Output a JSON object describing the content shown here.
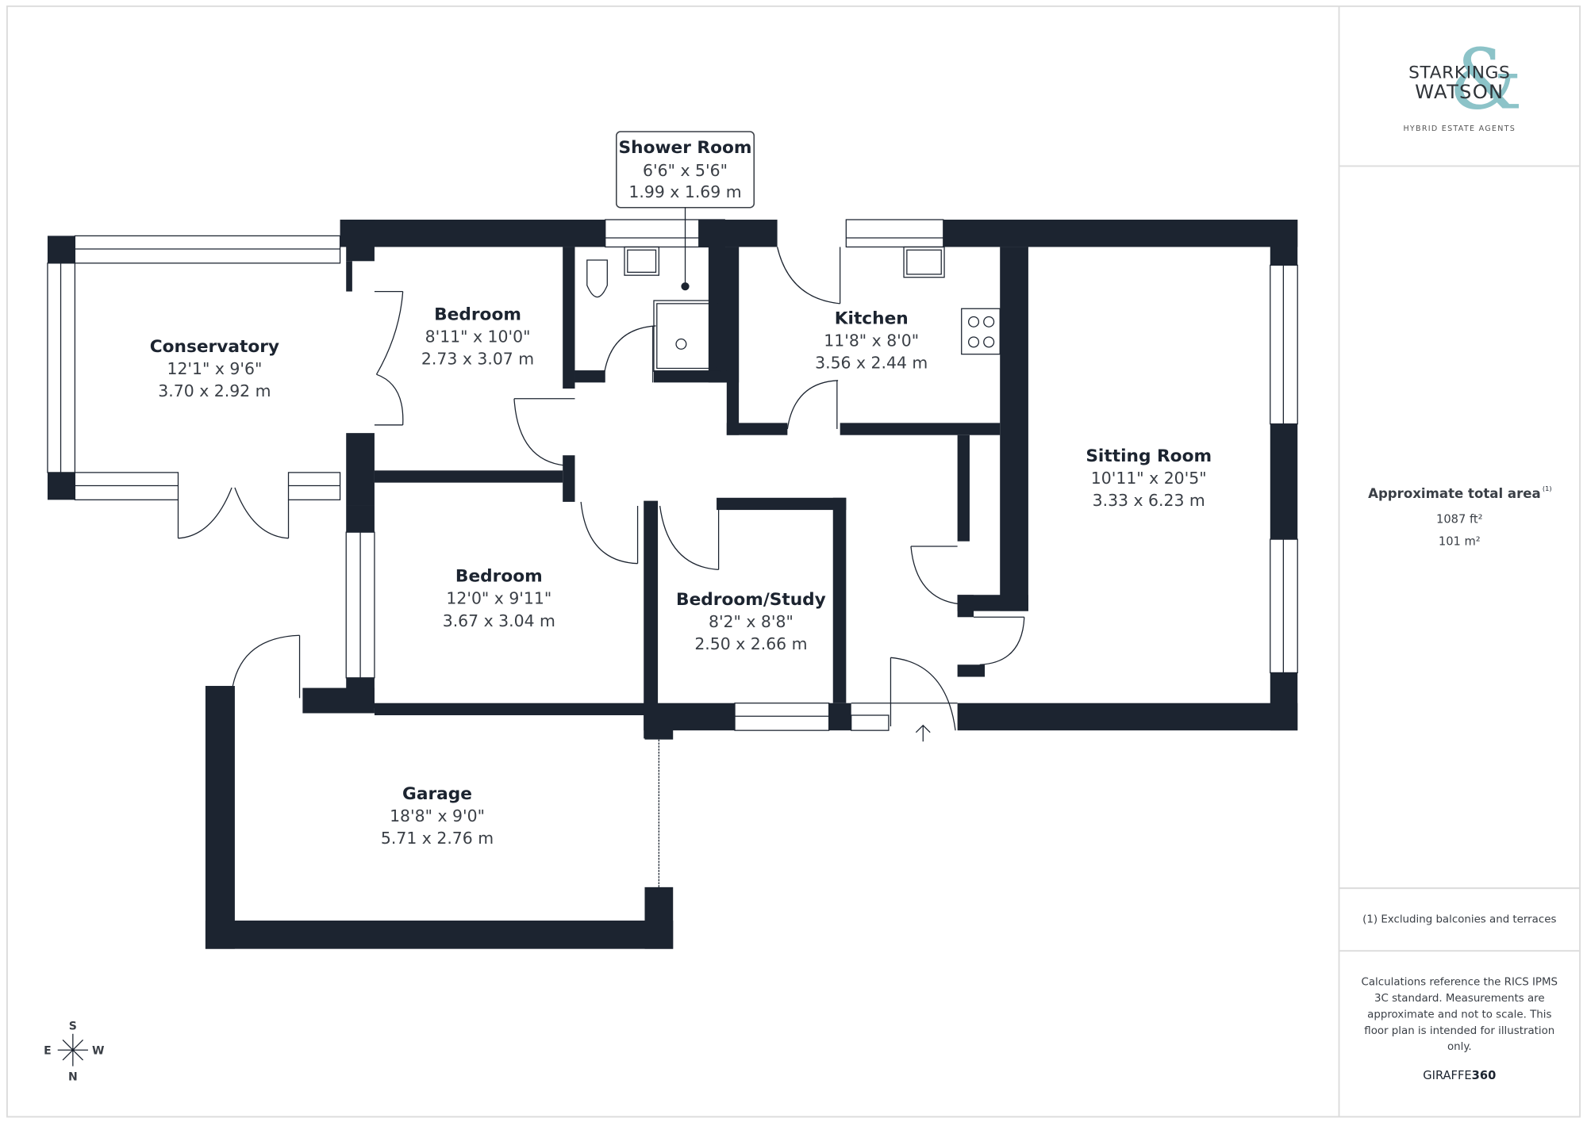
{
  "brand": {
    "line1": "STARKINGS",
    "line2": "WATSON",
    "ampersand": "&",
    "tagline": "HYBRID ESTATE AGENTS",
    "accent_color": "#8cc3c8",
    "text_color": "#2f3338"
  },
  "area": {
    "title": "Approximate total area",
    "footnote_marker": "(1)",
    "sq_ft": "1087 ft²",
    "sq_m": "101 m²"
  },
  "footnote": "(1) Excluding balconies and terraces",
  "disclaimer": {
    "lines": [
      "Calculations reference the RICS IPMS",
      "3C standard. Measurements are",
      "approximate and not to scale. This",
      "floor plan is intended for illustration",
      "only."
    ]
  },
  "credit": {
    "part1": "GIRAFFE",
    "part2": "360"
  },
  "compass": {
    "top": "S",
    "bottom": "N",
    "left": "E",
    "right": "W"
  },
  "rooms": [
    {
      "name": "Conservatory",
      "imperial": "12'1\" x 9'6\"",
      "metric": "3.70 x 2.92 m"
    },
    {
      "name": "Bedroom",
      "imperial": "8'11\" x 10'0\"",
      "metric": "2.73 x 3.07 m"
    },
    {
      "name": "Shower Room",
      "imperial": "6'6\" x 5'6\"",
      "metric": "1.99 x 1.69 m"
    },
    {
      "name": "Kitchen",
      "imperial": "11'8\" x 8'0\"",
      "metric": "3.56 x 2.44 m"
    },
    {
      "name": "Sitting Room",
      "imperial": "10'11\" x 20'5\"",
      "metric": "3.33 x 6.23 m"
    },
    {
      "name": "Bedroom",
      "imperial": "12'0\" x 9'11\"",
      "metric": "3.67 x 3.04 m"
    },
    {
      "name": "Bedroom/Study",
      "imperial": "8'2\" x 8'8\"",
      "metric": "2.50 x 2.66 m"
    },
    {
      "name": "Garage",
      "imperial": "18'8\" x 9'0\"",
      "metric": "5.71 x 2.76 m"
    }
  ],
  "colors": {
    "wall": "#1c2430",
    "frame": "#dcdcdc"
  }
}
